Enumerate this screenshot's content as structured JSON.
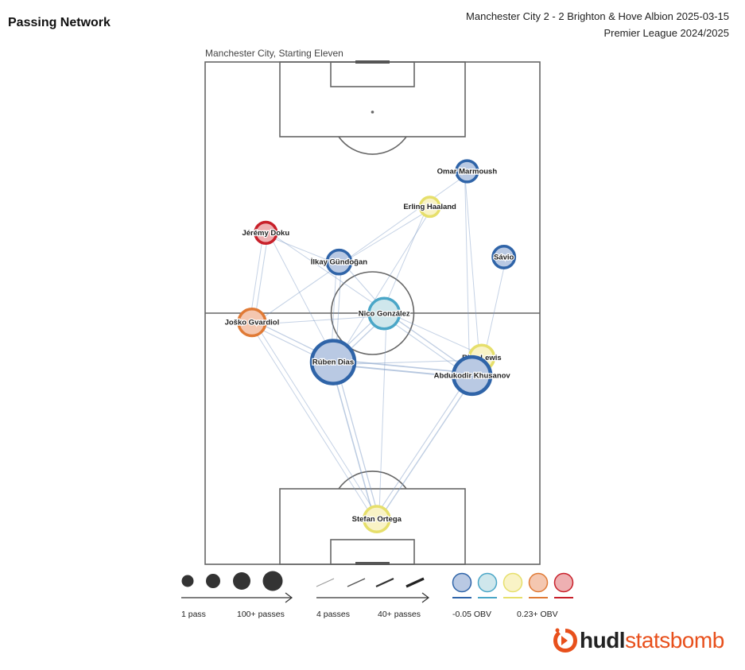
{
  "header": {
    "title": "Passing Network",
    "match_line": "Manchester City 2 - 2 Brighton & Hove Albion 2025-03-15",
    "competition_line": "Premier League 2024/2025",
    "pitch_label": "Manchester City, Starting Eleven"
  },
  "chart_data": {
    "type": "network",
    "pitch": "StatsBomb 120x80, attacking upward (y=120 at top)",
    "players": [
      {
        "name": "Omar Marmoush",
        "x": 62.6,
        "y": 93.9,
        "passes": 8,
        "obv": -0.04
      },
      {
        "name": "Erling Haaland",
        "x": 53.7,
        "y": 85.4,
        "passes": 5,
        "obv": 0.1
      },
      {
        "name": "Jérémy Doku",
        "x": 14.5,
        "y": 79.2,
        "passes": 8,
        "obv": 0.25
      },
      {
        "name": "Sávio",
        "x": 71.4,
        "y": 73.4,
        "passes": 9,
        "obv": -0.05
      },
      {
        "name": "İlkay Gündoğan",
        "x": 32.0,
        "y": 72.2,
        "passes": 14,
        "obv": -0.03
      },
      {
        "name": "Nico González",
        "x": 42.8,
        "y": 59.9,
        "passes": 35,
        "obv": 0.02
      },
      {
        "name": "Joško Gvardiol",
        "x": 11.2,
        "y": 57.8,
        "passes": 22,
        "obv": 0.17
      },
      {
        "name": "Rico Lewis",
        "x": 66.1,
        "y": 49.4,
        "passes": 16,
        "obv": 0.08
      },
      {
        "name": "Rúben Dias",
        "x": 30.6,
        "y": 48.3,
        "passes": 100,
        "obv": -0.01
      },
      {
        "name": "Abdukodir Khusanov",
        "x": 63.8,
        "y": 45.1,
        "passes": 66,
        "obv": -0.04
      },
      {
        "name": "Stefan Ortega",
        "x": 41.0,
        "y": 10.8,
        "passes": 18,
        "obv": 0.11
      }
    ],
    "edges": [
      {
        "from": "Rúben Dias",
        "to": "Abdukodir Khusanov",
        "passes": 16
      },
      {
        "from": "Abdukodir Khusanov",
        "to": "Rúben Dias",
        "passes": 14
      },
      {
        "from": "Rúben Dias",
        "to": "Stefan Ortega",
        "passes": 12
      },
      {
        "from": "Stefan Ortega",
        "to": "Rúben Dias",
        "passes": 8
      },
      {
        "from": "Stefan Ortega",
        "to": "Abdukodir Khusanov",
        "passes": 10
      },
      {
        "from": "Abdukodir Khusanov",
        "to": "Stefan Ortega",
        "passes": 6
      },
      {
        "from": "Rúben Dias",
        "to": "Nico González",
        "passes": 9
      },
      {
        "from": "Nico González",
        "to": "Rúben Dias",
        "passes": 7
      },
      {
        "from": "Rúben Dias",
        "to": "Joško Gvardiol",
        "passes": 8
      },
      {
        "from": "Joško Gvardiol",
        "to": "Rúben Dias",
        "passes": 6
      },
      {
        "from": "Abdukodir Khusanov",
        "to": "Nico González",
        "passes": 9
      },
      {
        "from": "Nico González",
        "to": "Abdukodir Khusanov",
        "passes": 5
      },
      {
        "from": "Abdukodir Khusanov",
        "to": "Rico Lewis",
        "passes": 7
      },
      {
        "from": "Rico Lewis",
        "to": "Abdukodir Khusanov",
        "passes": 6
      },
      {
        "from": "Rúben Dias",
        "to": "Rico Lewis",
        "passes": 5
      },
      {
        "from": "Joško Gvardiol",
        "to": "İlkay Gündoğan",
        "passes": 5
      },
      {
        "from": "Joško Gvardiol",
        "to": "Jérémy Doku",
        "passes": 5
      },
      {
        "from": "Jérémy Doku",
        "to": "Joško Gvardiol",
        "passes": 4
      },
      {
        "from": "Joško Gvardiol",
        "to": "Nico González",
        "passes": 4
      },
      {
        "from": "Joško Gvardiol",
        "to": "Stefan Ortega",
        "passes": 4
      },
      {
        "from": "Stefan Ortega",
        "to": "Joško Gvardiol",
        "passes": 4
      },
      {
        "from": "Rúben Dias",
        "to": "İlkay Gündoğan",
        "passes": 5
      },
      {
        "from": "İlkay Gündoğan",
        "to": "Rúben Dias",
        "passes": 4
      },
      {
        "from": "Rúben Dias",
        "to": "Jérémy Doku",
        "passes": 4
      },
      {
        "from": "Nico González",
        "to": "İlkay Gündoğan",
        "passes": 5
      },
      {
        "from": "İlkay Gündoğan",
        "to": "Erling Haaland",
        "passes": 4
      },
      {
        "from": "İlkay Gündoğan",
        "to": "Omar Marmoush",
        "passes": 4
      },
      {
        "from": "Jérémy Doku",
        "to": "İlkay Gündoğan",
        "passes": 4
      },
      {
        "from": "Rico Lewis",
        "to": "Sávio",
        "passes": 4
      },
      {
        "from": "Omar Marmoush",
        "to": "Rico Lewis",
        "passes": 4
      },
      {
        "from": "Omar Marmoush",
        "to": "Abdukodir Khusanov",
        "passes": 4
      },
      {
        "from": "Rico Lewis",
        "to": "Nico González",
        "passes": 4
      },
      {
        "from": "Erling Haaland",
        "to": "Nico González",
        "passes": 4
      },
      {
        "from": "Nico González",
        "to": "Jérémy Doku",
        "passes": 4
      },
      {
        "from": "Stefan Ortega",
        "to": "Nico González",
        "passes": 4
      },
      {
        "from": "Rúben Dias",
        "to": "Erling Haaland",
        "passes": 4
      }
    ],
    "legend": {
      "size_min_label": "1 pass",
      "size_max_label": "100+ passes",
      "line_min_label": "4 passes",
      "line_max_label": "40+ passes",
      "obv_min_label": "-0.05 OBV",
      "obv_max_label": "0.23+ OBV",
      "obv_colors": [
        "#2f64a8",
        "#4aa6c7",
        "#e6df6b",
        "#e07a35",
        "#c8202a"
      ],
      "obv_fills": [
        "#b9c9e3",
        "#cfe7ec",
        "#f9f3c6",
        "#f4c7b0",
        "#eeb0b2"
      ]
    }
  },
  "logo": {
    "word_a": "hudl",
    "word_b": "statsbomb"
  }
}
